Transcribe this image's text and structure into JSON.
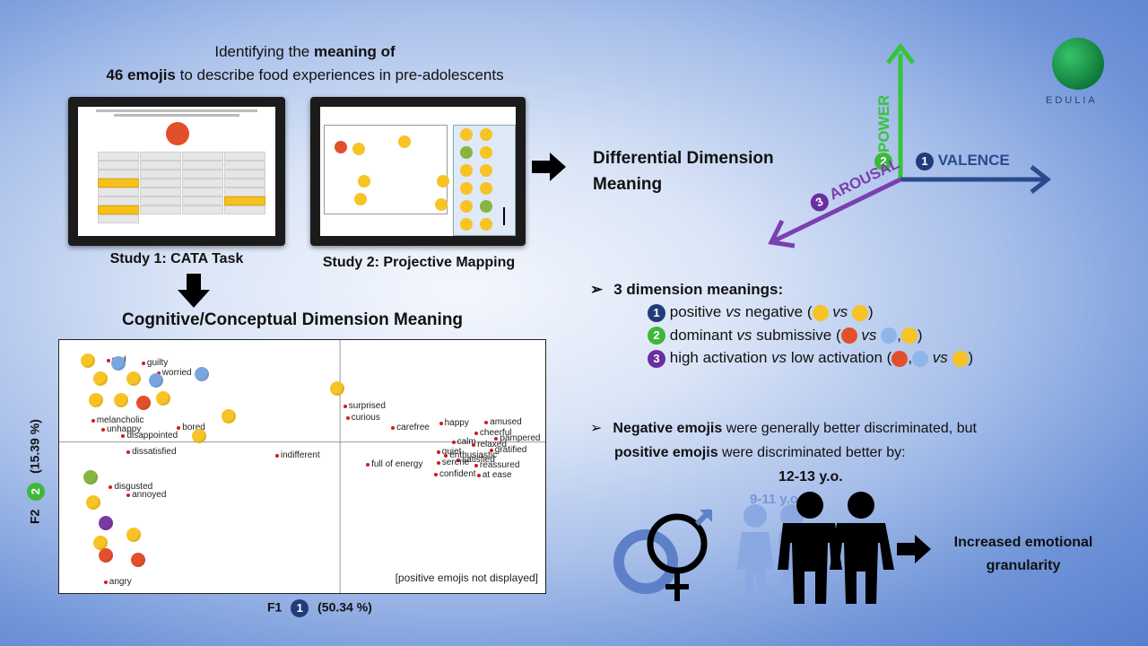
{
  "header": {
    "line1_pre": "Identifying the ",
    "line1_bold": "meaning of",
    "line2_bold": "46 emojis",
    "line2_rest": " to describe food experiences in pre-adolescents"
  },
  "study1": {
    "caption": "Study 1: CATA Task"
  },
  "study2": {
    "caption": "Study 2: Projective Mapping"
  },
  "cognitive": {
    "heading": "Cognitive/Conceptual Dimension Meaning"
  },
  "differential": {
    "line1": "Differential Dimension",
    "line2": "Meaning"
  },
  "axes3d": {
    "power": "POWER",
    "valence": "VALENCE",
    "arousal": "AROUSAL",
    "n1": "1",
    "n2": "2",
    "n3": "3"
  },
  "logo": {
    "name": "EDULIA"
  },
  "dimensions": {
    "title": "3 dimension meanings:",
    "items": [
      {
        "num": "1",
        "a": "positive",
        "vs": "vs",
        "b": "negative (",
        "close": ")"
      },
      {
        "num": "2",
        "a": "dominant",
        "vs": "vs",
        "b": "submissive (",
        "close": ")"
      },
      {
        "num": "3",
        "a": "high activation",
        "vs": "vs",
        "b": "low activation (",
        "close": ")"
      }
    ]
  },
  "negative": {
    "bold1": "Negative emojis",
    "rest1": " were generally better discriminated, but",
    "bold2": "positive emojis",
    "rest2": " were discriminated better by:"
  },
  "ages": {
    "older": "12-13 y.o.",
    "younger": "9-11 y.o."
  },
  "result": {
    "line1": "Increased emotional",
    "line2": "granularity"
  },
  "chart_data": {
    "type": "scatter",
    "xlabel": "F1",
    "xlabel_pct": "(50.34 %)",
    "ylabel": "F2",
    "ylabel_pct": "(15.39 %)",
    "note": "[positive emojis not displayed]",
    "labels": [
      {
        "text": "sad",
        "x": -0.92,
        "y": 0.58
      },
      {
        "text": "guilty",
        "x": -0.78,
        "y": 0.56
      },
      {
        "text": "worried",
        "x": -0.72,
        "y": 0.49
      },
      {
        "text": "melancholic",
        "x": -0.98,
        "y": 0.15
      },
      {
        "text": "unhappy",
        "x": -0.94,
        "y": 0.09
      },
      {
        "text": "disappointed",
        "x": -0.86,
        "y": 0.04
      },
      {
        "text": "bored",
        "x": -0.64,
        "y": 0.1
      },
      {
        "text": "dissatisfied",
        "x": -0.84,
        "y": -0.07
      },
      {
        "text": "surprised",
        "x": 0.02,
        "y": 0.25
      },
      {
        "text": "curious",
        "x": 0.03,
        "y": 0.17
      },
      {
        "text": "indifferent",
        "x": -0.25,
        "y": -0.1
      },
      {
        "text": "carefree",
        "x": 0.21,
        "y": 0.1
      },
      {
        "text": "happy",
        "x": 0.4,
        "y": 0.13
      },
      {
        "text": "amused",
        "x": 0.58,
        "y": 0.14
      },
      {
        "text": "cheerful",
        "x": 0.54,
        "y": 0.06
      },
      {
        "text": "pampered",
        "x": 0.62,
        "y": 0.02
      },
      {
        "text": "calm",
        "x": 0.45,
        "y": 0.0
      },
      {
        "text": "relaxed",
        "x": 0.53,
        "y": -0.02
      },
      {
        "text": "gratified",
        "x": 0.6,
        "y": -0.06
      },
      {
        "text": "quiet",
        "x": 0.39,
        "y": -0.07
      },
      {
        "text": "enthusiastic",
        "x": 0.42,
        "y": -0.1
      },
      {
        "text": "satisfied",
        "x": 0.47,
        "y": -0.13
      },
      {
        "text": "full of energy",
        "x": 0.11,
        "y": -0.16
      },
      {
        "text": "serene",
        "x": 0.39,
        "y": -0.15
      },
      {
        "text": "reassured",
        "x": 0.54,
        "y": -0.17
      },
      {
        "text": "confident",
        "x": 0.38,
        "y": -0.23
      },
      {
        "text": "at ease",
        "x": 0.55,
        "y": -0.24
      },
      {
        "text": "disgusted",
        "x": -0.91,
        "y": -0.32
      },
      {
        "text": "annoyed",
        "x": -0.84,
        "y": -0.38
      },
      {
        "text": "angry",
        "x": -0.93,
        "y": -1.0
      }
    ],
    "xlim": [
      -1.1,
      0.8
    ],
    "ylim": [
      -1.05,
      0.7
    ]
  }
}
